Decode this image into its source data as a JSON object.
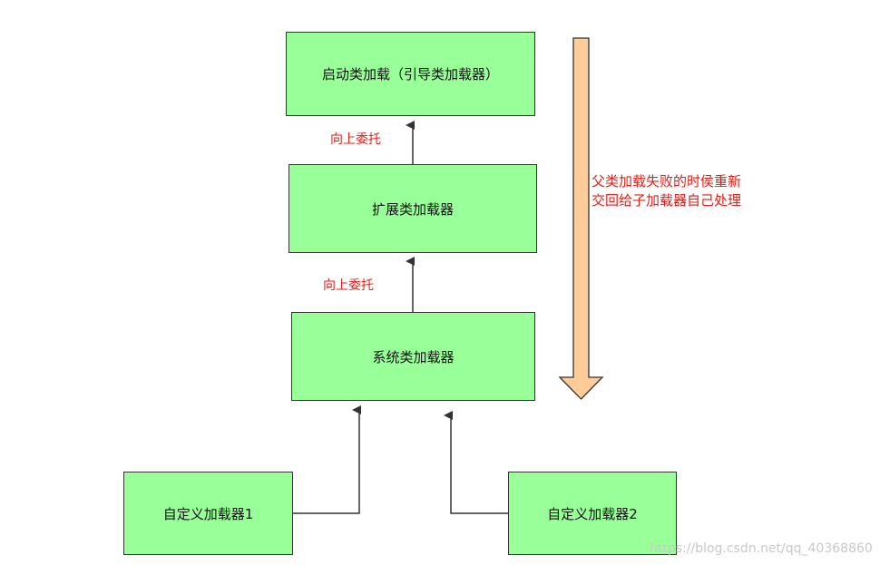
{
  "boxes": {
    "bootstrap": "启动类加载（引导类加载器）",
    "extension": "扩展类加载器",
    "system": "系统类加载器",
    "custom1": "自定义加载器1",
    "custom2": "自定义加载器2"
  },
  "labels": {
    "delegate_upper": "向上委托",
    "delegate_lower": "向上委托"
  },
  "note": {
    "line1": "父类加载失败的时侯重新",
    "line2": "交回给子加载器自己处理"
  },
  "watermark": "https://blog.csdn.net/qq_40368860",
  "colors": {
    "box_fill": "#99ff99",
    "label_red": "#e0201a",
    "big_arrow_fill": "#ffcc99"
  }
}
